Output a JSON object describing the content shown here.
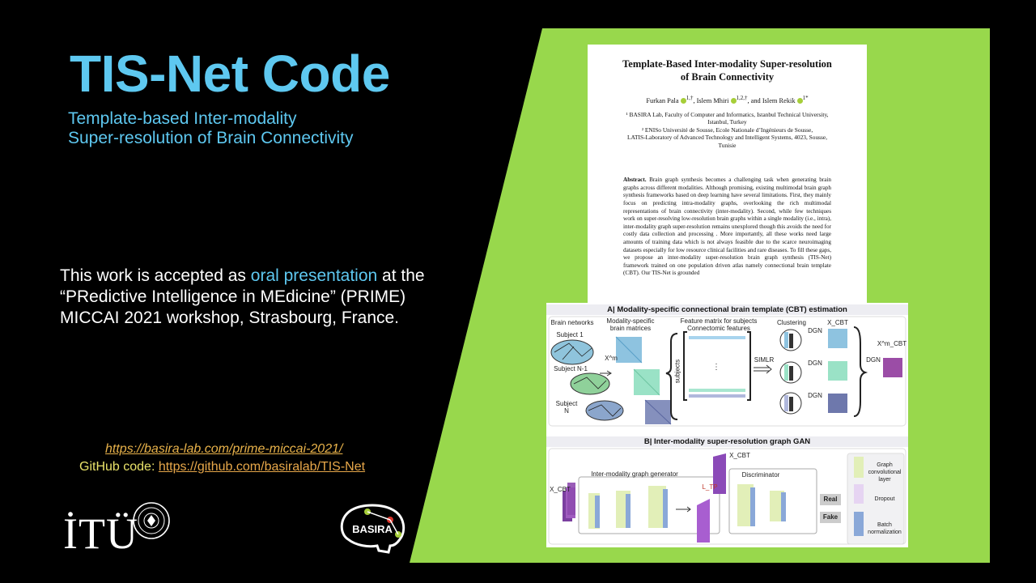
{
  "slide": {
    "title": "TIS-Net Code",
    "subtitle_line1": "Template-based Inter-modality",
    "subtitle_line2": "Super-resolution of Brain Connectivity",
    "accepted": {
      "pre": "This work is accepted as ",
      "highlight": "oral presentation",
      "post1": " at the",
      "line2": "“PRedictive Intelligence in MEdicine” (PRIME)",
      "line3": "MICCAI 2021 workshop, Strasbourg, France."
    },
    "link_prime": "https://basira-lab.com/prime-miccai-2021/ ",
    "github_label": "GitHub code: ",
    "github_link": "https://github.com/basiralab/TIS-Net",
    "itu_logo": "İTÜ",
    "basira_logo": "BASIRA",
    "colors": {
      "accent": "#5ec8f0",
      "green": "#98d84c",
      "link": "#e8b24a"
    }
  },
  "paper": {
    "title_line1": "Template-Based Inter-modality Super-resolution",
    "title_line2": "of Brain Connectivity",
    "author1": "Furkan Pala",
    "author1_sup": "1,†",
    "author2": ", Islem Mhiri",
    "author2_sup": "1,2,†",
    "author3": ", and Islem Rekik",
    "author3_sup": "1*",
    "aff1_l1": "¹ BASIRA Lab, Faculty of Computer and Informatics, Istanbul Technical University,",
    "aff1_l2": "Istanbul, Turkey",
    "aff2_l1": "² ENISo Université de Sousse, Ecole Nationale d’Ingénieurs de Sousse,",
    "aff2_l2": "LATIS-Laboratory of Advanced Technology and Intelligent Systems, 4023, Sousse,",
    "aff2_l3": "Tunisie",
    "abstract_label": "Abstract.",
    "abstract_text": " Brain graph synthesis becomes a challenging task when generating brain graphs across different modalities. Although promising, existing multimodal brain graph synthesis frameworks based on deep learning have several limitations. First, they mainly focus on predicting intra-modality graphs, overlooking the rich multimodal representations of brain connectivity (inter-modality). Second, while few techniques work on super-resolving low-resolution brain graphs within a single modality (i.e., intra), inter-modality graph super-resolution remains unexplored though this avoids the need for costly data collection and processing . More importantly, all these works need large amounts of training data which is not always feasible due to the scarce neuroimaging datasets especially for low resource clinical facilities and rare diseases. To fill these gaps, we propose an inter-modality super-resolution brain graph synthesis (TIS-Net) framework trained on one population driven atlas namely connectional brain template (CBT). Our TIS-Net is grounded"
  },
  "figure": {
    "sectionA": "A| Modality-specific connectional brain template (CBT) estimation",
    "sectionB": "B| Inter-modality super-resolution graph GAN",
    "brain_networks": "Brain networks",
    "subject1": "Subject 1",
    "subjectN1": "Subject N-1",
    "subjectN_a": "Subject",
    "subjectN_b": "N",
    "mod_matrices_1": "Modality-specific",
    "mod_matrices_2": "brain matrices",
    "feature_matrix": "Feature matrix for subjects",
    "connectomic": "Connectomic features",
    "subjects": "subjects",
    "simlr": "SIMLR",
    "clustering": "Clustering",
    "dgn": "DGN",
    "x_m": "X^m",
    "x_cbt": "X_CBT",
    "x_cbt_m": "X^m_CBT",
    "generator": "Inter-modality  graph generator",
    "discriminator": "Discriminator",
    "real": "Real",
    "fake": "Fake",
    "legend_gcl": "Graph convolutional layer",
    "legend_dropout": "Dropout",
    "legend_bn": "Batch normalization",
    "ltp": "L_TP"
  }
}
